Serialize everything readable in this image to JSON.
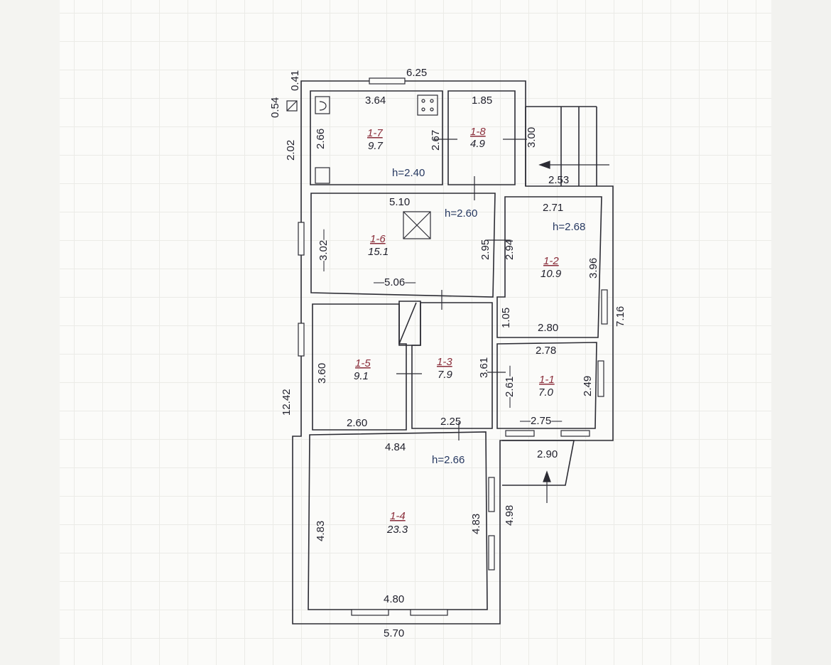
{
  "plan": {
    "overall": {
      "top_width": "6.25",
      "bottom_width": "5.70",
      "left_height": "12.42",
      "right_height": "7.16",
      "upper_right_height": "4.98",
      "step_top": "0.54",
      "step_top2": "0.41",
      "upper_left": "2.02",
      "entrance_top_width": "2.53",
      "entrance_bottom_width": "2.90"
    },
    "rooms": [
      {
        "id": "1-7",
        "area": "9.7",
        "height": "h=2.40",
        "dim_top": "3.64",
        "dim_left": "2.66",
        "dim_right": "2.67"
      },
      {
        "id": "1-8",
        "area": "4.9",
        "dim_top": "1.85",
        "dim_right": "3.00"
      },
      {
        "id": "1-6",
        "area": "15.1",
        "height": "h=2.60",
        "dim_top": "5.10",
        "dim_bottom": "—5.06—",
        "dim_left": "—3.02—",
        "dim_right": "2.95"
      },
      {
        "id": "1-2",
        "area": "10.9",
        "height": "h=2.68",
        "dim_top": "2.71",
        "dim_bottom": "2.80",
        "dim_left": "2.94",
        "dim_left2": "1.05",
        "dim_right": "3.96"
      },
      {
        "id": "1-5",
        "area": "9.1",
        "dim_left": "3.60",
        "dim_bottom": "2.60"
      },
      {
        "id": "1-3",
        "area": "7.9",
        "dim_right": "3.61",
        "dim_bottom": "2.25"
      },
      {
        "id": "1-1",
        "area": "7.0",
        "dim_top": "2.78",
        "dim_bottom": "—2.75—",
        "dim_left": "—2.61—",
        "dim_right": "2.49"
      },
      {
        "id": "1-4",
        "area": "23.3",
        "height": "h=2.66",
        "dim_top": "4.84",
        "dim_bottom": "4.80",
        "dim_left": "4.83",
        "dim_right": "4.83"
      }
    ]
  }
}
